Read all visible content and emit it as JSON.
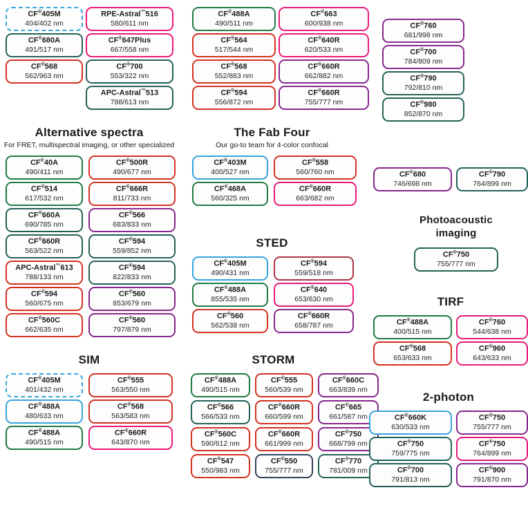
{
  "palette": {
    "blue": "#35A3DC",
    "green": "#1E7A44",
    "teal": "#226158",
    "red": "#D23120",
    "pink": "#E91A78",
    "purple": "#85278D",
    "darkred": "#AA3346",
    "navy": "#32415E"
  },
  "top": {
    "col1": [
      {
        "name": "CF®405M",
        "nm": "404/402 nm",
        "color": "blue",
        "dotted": true
      },
      {
        "name": "CF®680A",
        "nm": "491/517 nm",
        "color": "teal"
      },
      {
        "name": "CF®568",
        "nm": "562/963 nm",
        "color": "red"
      }
    ],
    "col2": [
      {
        "name": "RPE-Astral™516",
        "nm": "580/611 nm",
        "color": "pink"
      },
      {
        "name": "CF®647Plus",
        "nm": "667/558 nm",
        "color": "pink"
      },
      {
        "name": "CF®700",
        "nm": "553/322 nm",
        "color": "teal"
      },
      {
        "name": "APC-Astral™513",
        "nm": "788/613 nm",
        "color": "teal"
      }
    ],
    "col3": [
      {
        "name": "CF®488A",
        "nm": "490/511 nm",
        "color": "green"
      },
      {
        "name": "CF®564",
        "nm": "517/544 nm",
        "color": "red"
      },
      {
        "name": "CF®568",
        "nm": "552/883 nm",
        "color": "red"
      },
      {
        "name": "CF®594",
        "nm": "556/872 nm",
        "color": "red"
      }
    ],
    "col4": [
      {
        "name": "CF®663",
        "nm": "600/938 nm",
        "color": "pink"
      },
      {
        "name": "CF®640R",
        "nm": "620/533 nm",
        "color": "pink"
      },
      {
        "name": "CF®660R",
        "nm": "662/882 nm",
        "color": "purple"
      },
      {
        "name": "CF®660R",
        "nm": "755/777 nm",
        "color": "purple"
      }
    ],
    "col5": [
      {
        "name": "CF®760",
        "nm": "681/998 nm",
        "color": "purple"
      },
      {
        "name": "CF®700",
        "nm": "784/809 nm",
        "color": "purple"
      },
      {
        "name": "CF®790",
        "nm": "792/810 nm",
        "color": "teal"
      },
      {
        "name": "CF®980",
        "nm": "852/870 nm",
        "color": "teal"
      }
    ]
  },
  "sections": {
    "alternative": {
      "title": "Alternative spectra",
      "subtitle": "For FRET, multispectral imaging, or other specialized",
      "boxes": [
        {
          "name": "CF®40A",
          "nm": "490/411 nm",
          "color": "green"
        },
        {
          "name": "CF®500R",
          "nm": "490/677 nm",
          "color": "red"
        },
        {
          "name": "CF®514",
          "nm": "617/532 nm",
          "color": "green"
        },
        {
          "name": "CF®666R",
          "nm": "811/733 nm",
          "color": "red"
        },
        {
          "name": "CF®660A",
          "nm": "690/785 nm",
          "color": "teal"
        },
        {
          "name": "CF®566",
          "nm": "683/833 nm",
          "color": "purple"
        },
        {
          "name": "CF®660R",
          "nm": "563/522 nm",
          "color": "teal"
        },
        {
          "name": "CF®594",
          "nm": "559/852 nm",
          "color": "teal"
        },
        {
          "name": "APC-Astral™613",
          "nm": "788/133 nm",
          "color": "red"
        },
        {
          "name": "CF®594",
          "nm": "822/833 nm",
          "color": "teal"
        },
        {
          "name": "CF®594",
          "nm": "560/675 nm",
          "color": "red"
        },
        {
          "name": "CF®560",
          "nm": "853/679 nm",
          "color": "purple"
        },
        {
          "name": "CF®560C",
          "nm": "662/635 nm",
          "color": "red"
        },
        {
          "name": "CF®560",
          "nm": "797/879 nm",
          "color": "purple"
        }
      ]
    },
    "fab_four": {
      "title": "The Fab Four",
      "subtitle": "Our go-to team for 4-color confocal",
      "boxes": [
        {
          "name": "CF®403M",
          "nm": "400/527 nm",
          "color": "blue"
        },
        {
          "name": "CF®558",
          "nm": "560/760 nm",
          "color": "red"
        },
        {
          "name": "CF®468A",
          "nm": "560/325 nm",
          "color": "green"
        },
        {
          "name": "CF®660R",
          "nm": "663/682 nm",
          "color": "pink"
        }
      ]
    },
    "sted": {
      "title": "STED",
      "boxes": [
        {
          "name": "CF®405M",
          "nm": "490/431 nm",
          "color": "blue"
        },
        {
          "name": "CF®594",
          "nm": "559/518 nm",
          "color": "darkred"
        },
        {
          "name": "CF®488A",
          "nm": "855/535 nm",
          "color": "green"
        },
        {
          "name": "CF®640",
          "nm": "653/630 nm",
          "color": "pink"
        },
        {
          "name": "CF®560",
          "nm": "562/538 nm",
          "color": "red"
        },
        {
          "name": "CF®660R",
          "nm": "658/787 nm",
          "color": "purple"
        }
      ]
    },
    "sim": {
      "title": "SIM",
      "boxes": [
        {
          "name": "CF®405M",
          "nm": "401/432 nm",
          "color": "blue",
          "dotted": true
        },
        {
          "name": "CF®555",
          "nm": "563/550 nm",
          "color": "red"
        },
        {
          "name": "CF®488A",
          "nm": "480/633 nm",
          "color": "blue"
        },
        {
          "name": "CF®568",
          "nm": "563/583 nm",
          "color": "red"
        },
        {
          "name": "CF®488A",
          "nm": "490/515 nm",
          "color": "green"
        },
        {
          "name": "CF®660R",
          "nm": "643/870 nm",
          "color": "pink"
        }
      ]
    },
    "storm": {
      "title": "STORM",
      "boxes": [
        {
          "name": "CF®488A",
          "nm": "490/515 nm",
          "color": "green"
        },
        {
          "name": "CF®555",
          "nm": "560/539 nm",
          "color": "red"
        },
        {
          "name": "CF®660C",
          "nm": "663/839 nm",
          "color": "purple"
        },
        {
          "name": "CF®566",
          "nm": "566/533 nm",
          "color": "teal"
        },
        {
          "name": "CF®660R",
          "nm": "660/599 nm",
          "color": "red"
        },
        {
          "name": "CF®665",
          "nm": "661/587 nm",
          "color": "purple"
        },
        {
          "name": "CF®560C",
          "nm": "590/612 nm",
          "color": "red"
        },
        {
          "name": "CF®660R",
          "nm": "661/999 nm",
          "color": "red"
        },
        {
          "name": "CF®750",
          "nm": "668/799 nm",
          "color": "purple"
        },
        {
          "name": "CF®547",
          "nm": "550/983 nm",
          "color": "red"
        },
        {
          "name": "CF®550",
          "nm": "755/777 nm",
          "color": "navy"
        },
        {
          "name": "CF®770",
          "nm": "781/009 nm",
          "color": "teal"
        }
      ]
    },
    "pair": {
      "boxes": [
        {
          "name": "CF®680",
          "nm": "746/698 nm",
          "color": "purple"
        },
        {
          "name": "CF®790",
          "nm": "764/899 nm",
          "color": "teal"
        }
      ]
    },
    "photoacoustic": {
      "title": "Photoacoustic imaging",
      "boxes": [
        {
          "name": "CF®750",
          "nm": "755/777 nm",
          "color": "teal"
        }
      ]
    },
    "tirf": {
      "title": "TIRF",
      "boxes": [
        {
          "name": "CF®488A",
          "nm": "400/515 nm",
          "color": "green"
        },
        {
          "name": "CF®760",
          "nm": "544/638 nm",
          "color": "pink"
        },
        {
          "name": "CF®568",
          "nm": "653/633 nm",
          "color": "red"
        },
        {
          "name": "CF®960",
          "nm": "643/633 nm",
          "color": "pink"
        }
      ]
    },
    "two_photon": {
      "title": "2-photon",
      "boxes": [
        {
          "name": "CF®660K",
          "nm": "630/533 nm",
          "color": "blue"
        },
        {
          "name": "CF®750",
          "nm": "755/777 nm",
          "color": "purple"
        },
        {
          "name": "CF®750",
          "nm": "759/775 nm",
          "color": "teal"
        },
        {
          "name": "CF®750",
          "nm": "764/899 nm",
          "color": "pink"
        },
        {
          "name": "CF®700",
          "nm": "791/813 nm",
          "color": "teal"
        },
        {
          "name": "CF®900",
          "nm": "791/870 nm",
          "color": "purple"
        }
      ]
    }
  }
}
